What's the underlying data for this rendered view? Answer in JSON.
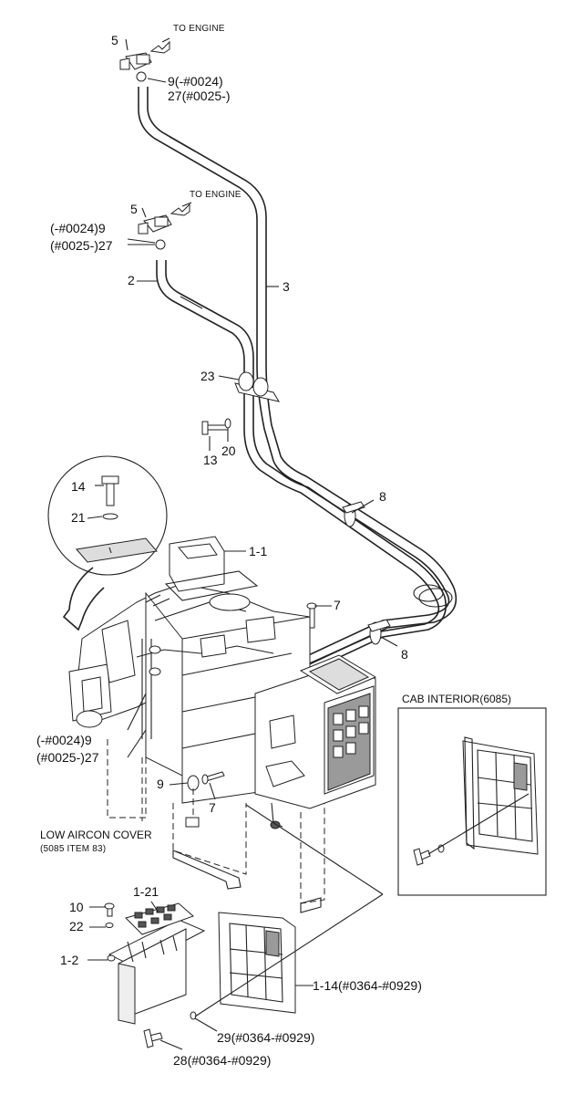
{
  "labels": {
    "to_engine_1": "TO ENGINE",
    "to_engine_2": "TO ENGINE",
    "p5_top": "5",
    "p9_top": "9(-#0024)",
    "p27_top": "27(#0025-)",
    "p5_mid": "5",
    "p9_mid": "(-#0024)9",
    "p27_mid": "(#0025-)27",
    "p2": "2",
    "p3": "3",
    "p23": "23",
    "p13": "13",
    "p20": "20",
    "p8_a": "8",
    "p8_b": "8",
    "p14": "14",
    "p21": "21",
    "p1_1": "1-1",
    "p7_a": "7",
    "p7_b": "7",
    "p9_lower": "(-#0024)9",
    "p27_lower": "(#0025-)27",
    "p9_small": "9",
    "low_aircon_cover": "LOW AIRCON COVER",
    "low_aircon_cover_ref": "(5085 ITEM 83)",
    "cab_interior": "CAB INTERIOR(6085)",
    "p10": "10",
    "p1_21": "1-21",
    "p22": "22",
    "p1_2": "1-2",
    "p1_14": "1-14(#0364-#0929)",
    "p29": "29(#0364-#0929)",
    "p28": "28(#0364-#0929)"
  }
}
